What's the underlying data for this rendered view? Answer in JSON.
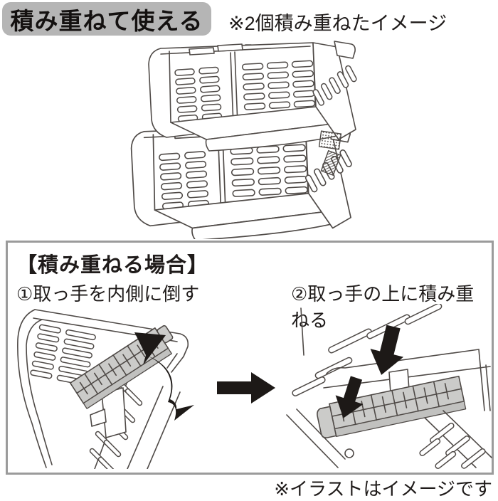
{
  "header": {
    "badge": "積み重ねて使える",
    "note": "※2個積み重ねたイメージ"
  },
  "instructions": {
    "title": "【積み重ねる場合】",
    "step1": "①取っ手を内側に倒す",
    "step2": "②取っ手の上に積み重ねる"
  },
  "footer": {
    "note": "※イラストはイメージです"
  },
  "illustrations": {
    "main": "two-stacked-open-front-baskets-line-drawing",
    "step1": "handle-folded-inward-with-curved-arrow",
    "step2": "stack-on-top-of-folded-handle-with-down-arrows"
  },
  "colors": {
    "badge_bg": "#b5b5b5",
    "text": "#1f1b1a",
    "line_art": "#4f4a47",
    "handle_fill": "#cbcbc9",
    "arrow_black": "#1d1917",
    "box_border": "#9b9b9b",
    "background": "#ffffff"
  }
}
